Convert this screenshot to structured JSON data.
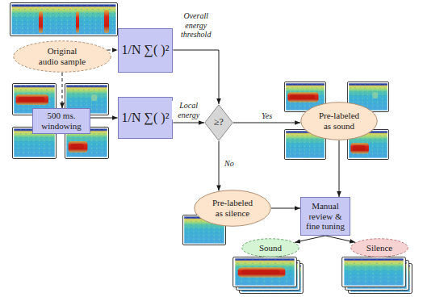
{
  "diagram": {
    "nodes": [
      {
        "text": [
          "Original audio sample"
        ]
      },
      {
        "text": [
          "1/N ∑( )²"
        ]
      },
      {
        "text": [
          "500 ms. windowing"
        ]
      },
      {
        "text": [
          "1/N ∑( )²"
        ]
      },
      {
        "text": [
          "≥?"
        ]
      },
      {
        "text": [
          "Pre-labeled as sound"
        ]
      },
      {
        "text": [
          "Pre-labeled as silence"
        ]
      },
      {
        "text": [
          "Manual review & fine tuning"
        ]
      },
      {
        "text": [
          "Sound"
        ]
      },
      {
        "text": [
          "Silence"
        ]
      }
    ],
    "edges": [
      {
        "from": 0,
        "to": 1,
        "arrow": "to"
      },
      {
        "from": 0,
        "to": 2,
        "arrow": "to"
      },
      {
        "from": 1,
        "to": 4,
        "label": "Overall energy threshold",
        "arrow": "to"
      },
      {
        "from": 2,
        "to": 3,
        "arrow": "to"
      },
      {
        "from": 3,
        "to": 4,
        "label": "Local energy",
        "arrow": "to"
      },
      {
        "from": 4,
        "to": 5,
        "label": "Yes",
        "arrow": "to"
      },
      {
        "from": 4,
        "to": 6,
        "label": "No",
        "arrow": "to"
      },
      {
        "from": 5,
        "to": 7,
        "arrow": "to"
      },
      {
        "from": 6,
        "to": 7,
        "arrow": "to"
      },
      {
        "from": 7,
        "to": 8,
        "arrow": "to"
      },
      {
        "from": 7,
        "to": 9,
        "arrow": "to"
      }
    ]
  }
}
